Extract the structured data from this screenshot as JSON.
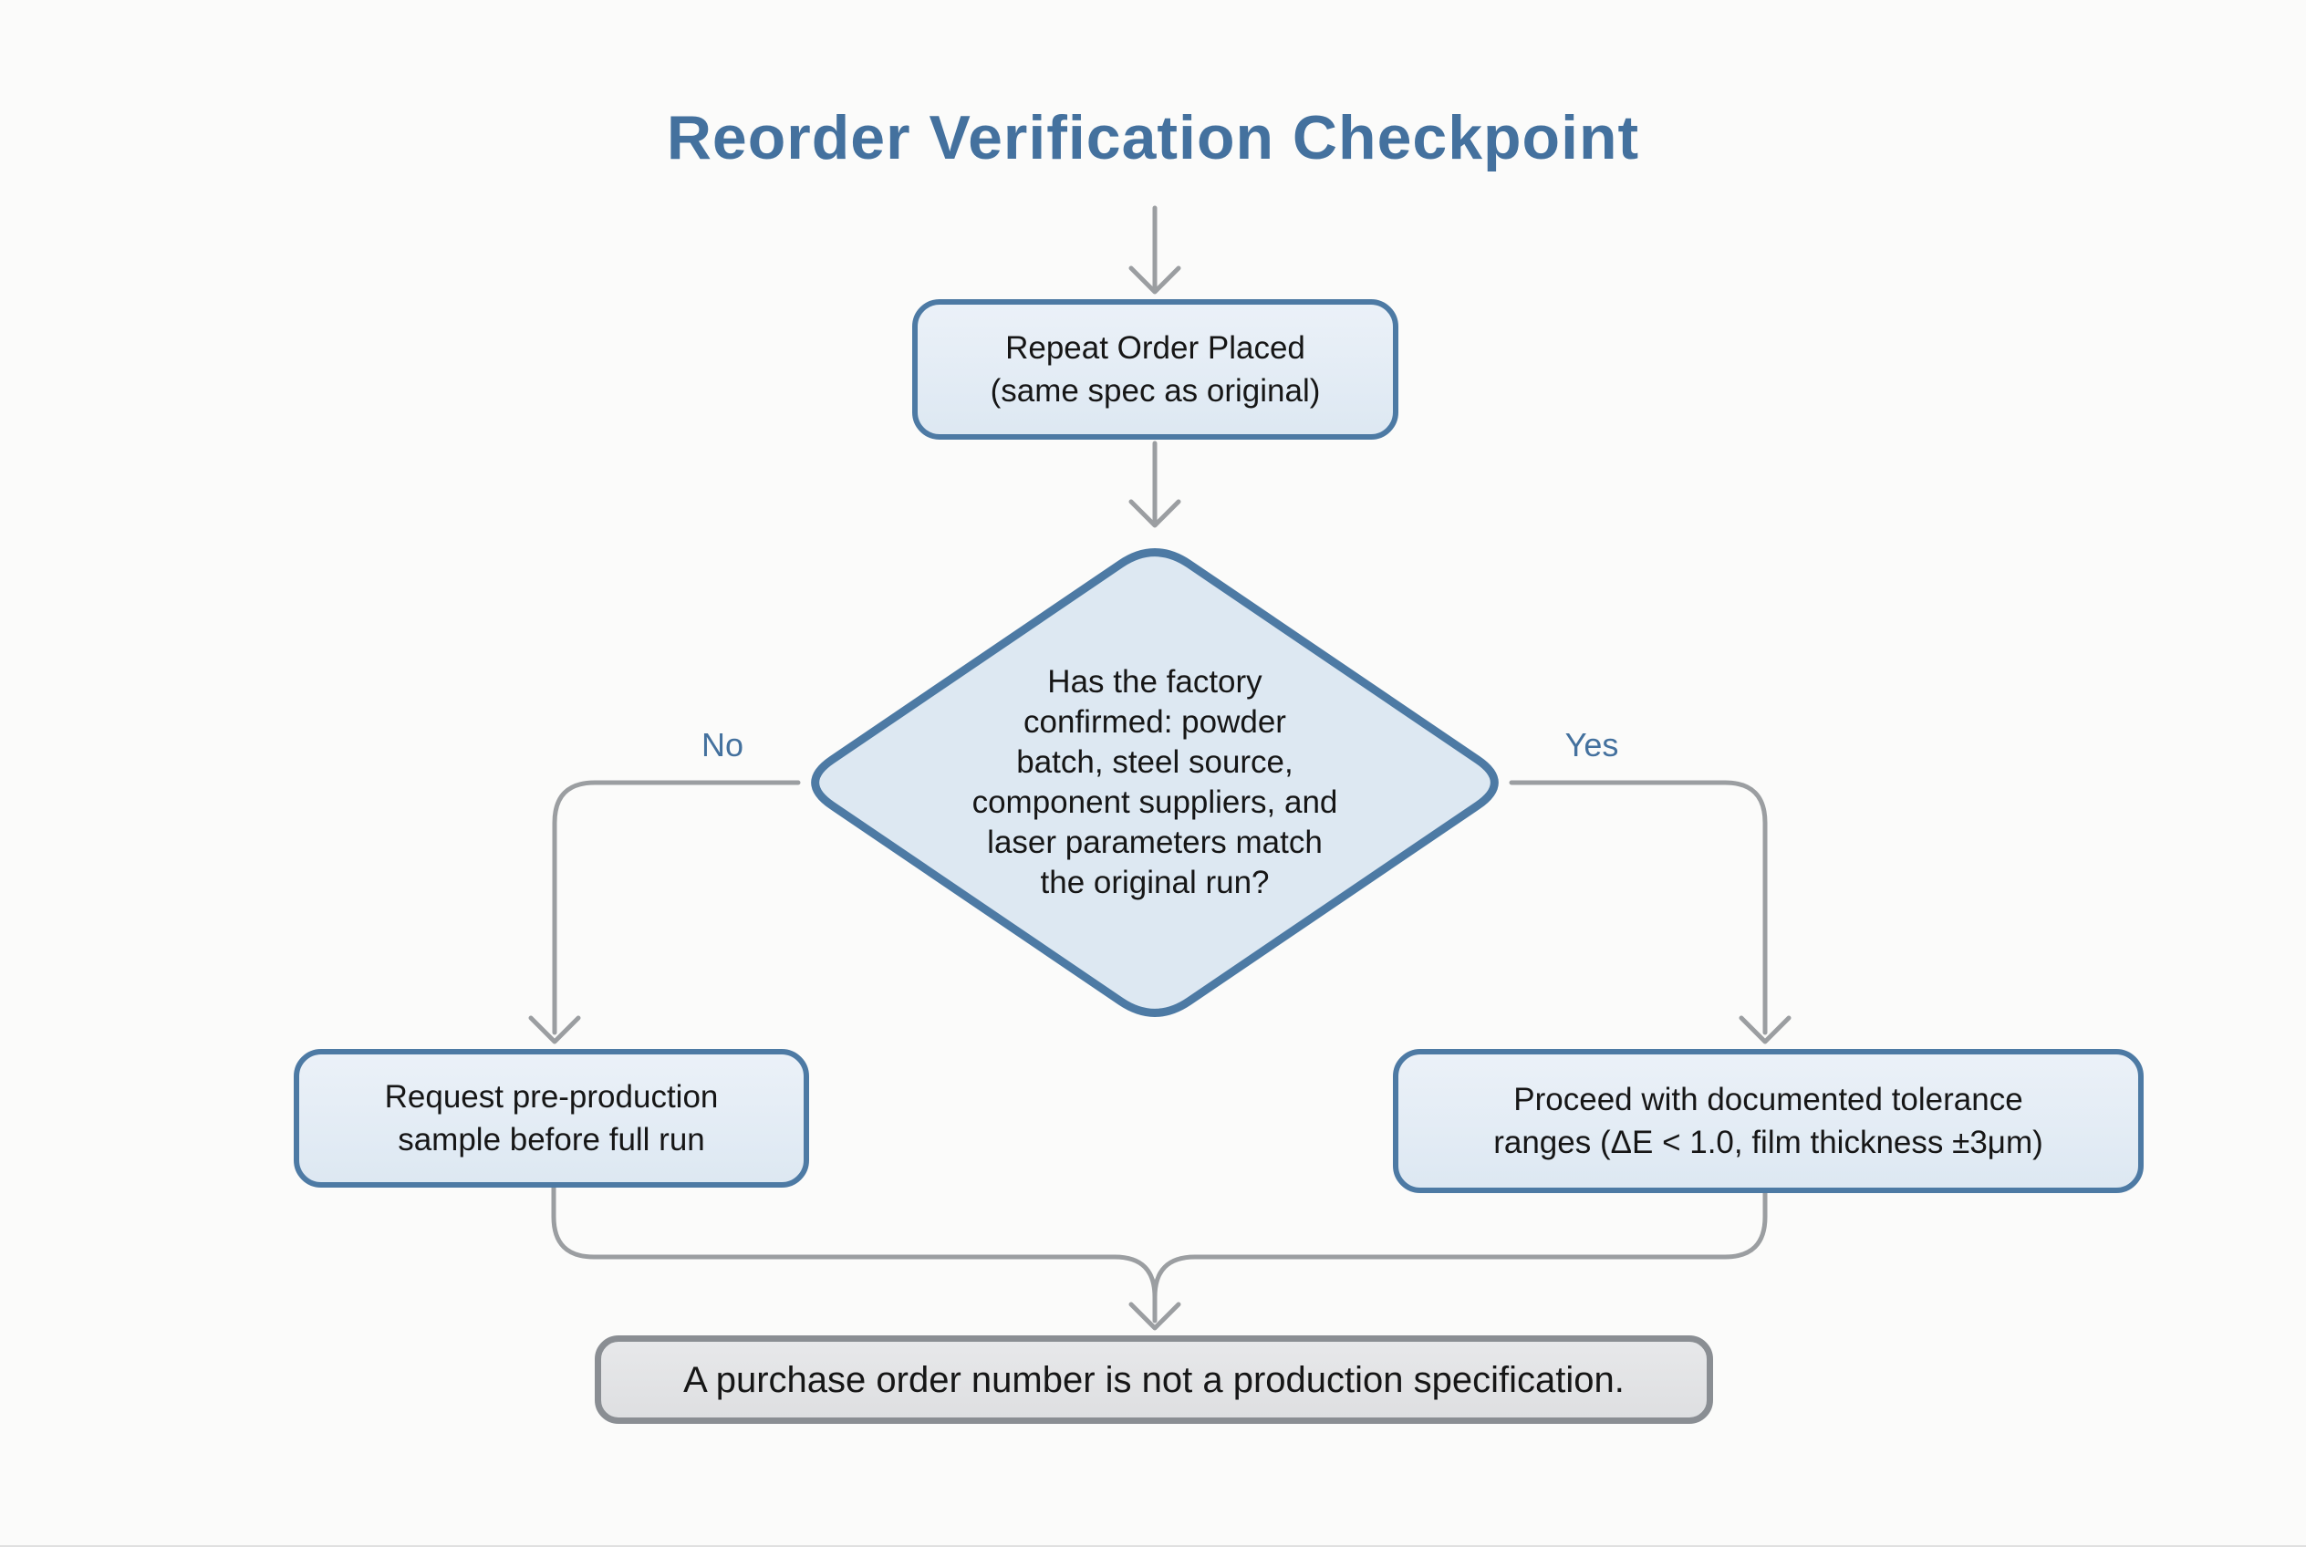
{
  "title": "Reorder Verification Checkpoint",
  "labels": {
    "no": "No",
    "yes": "Yes"
  },
  "nodes": {
    "start": {
      "lines": [
        "Repeat Order Placed",
        "(same spec as original)"
      ]
    },
    "decision": {
      "lines": [
        "Has the factory",
        "confirmed: powder",
        "batch, steel source,",
        "component suppliers, and",
        "laser parameters match",
        "the original run?"
      ]
    },
    "no_action": {
      "lines": [
        "Request pre-production",
        "sample before full run"
      ]
    },
    "yes_action": {
      "lines": [
        "Proceed with documented tolerance",
        "ranges (ΔE < 1.0, film thickness ±3μm)"
      ]
    },
    "footer": {
      "lines": [
        "A purchase order number is not a production specification."
      ]
    }
  },
  "colors": {
    "accent_blue": "#44719e",
    "node_border": "#4d7aa4",
    "node_fill": "#ebf1f8",
    "node_fill_deep": "#dde8f2",
    "connector_gray": "#9b9ea1",
    "end_border": "#8a8e93",
    "end_fill": "#e7e8ea",
    "end_fill_deep": "#dedfe1",
    "text": "#161616",
    "background": "#fbfbfa"
  }
}
